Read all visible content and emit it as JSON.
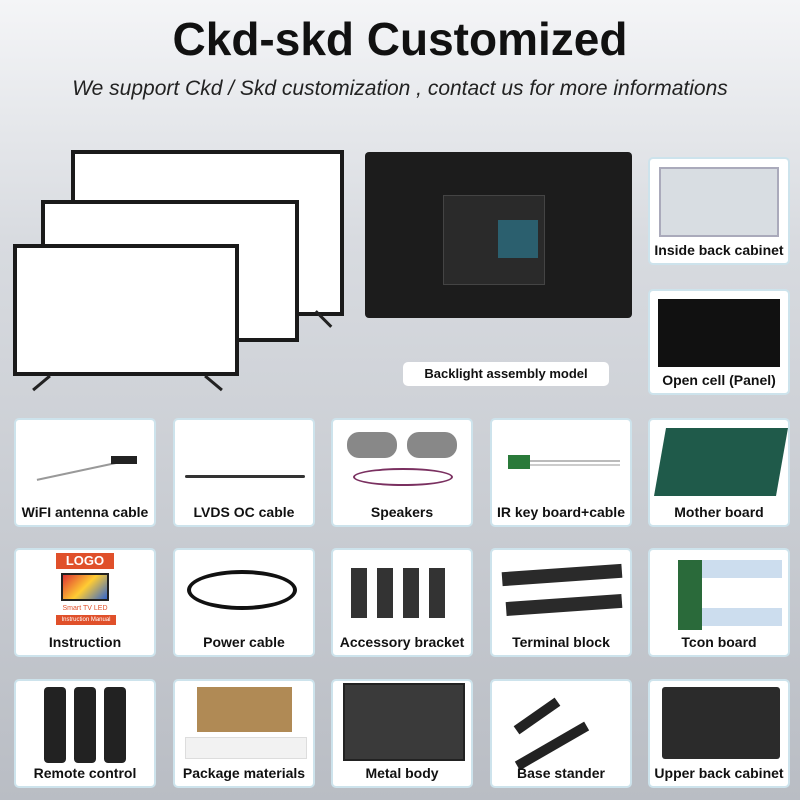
{
  "title": "Ckd-skd Customized",
  "subtitle": "We support Ckd / Skd customization , contact us for more informations",
  "hero": {
    "backlight_label": "Backlight  assembly model",
    "inside_back_cabinet": "Inside back cabinet",
    "open_cell": "Open cell (Panel)"
  },
  "parts": [
    {
      "label": "WiFI antenna cable"
    },
    {
      "label": "LVDS  OC cable"
    },
    {
      "label": "Speakers"
    },
    {
      "label": "IR key board+cable"
    },
    {
      "label": "Mother board"
    },
    {
      "label": "Instruction"
    },
    {
      "label": "Power cable"
    },
    {
      "label": "Accessory bracket"
    },
    {
      "label": "Terminal block"
    },
    {
      "label": "Tcon board"
    },
    {
      "label": "Remote control"
    },
    {
      "label": "Package materials"
    },
    {
      "label": "Metal body"
    },
    {
      "label": "Base stander"
    },
    {
      "label": "Upper back cabinet"
    }
  ],
  "instruction_booklet": {
    "logo": "LOGO",
    "product": "Smart TV LED",
    "manual": "Instruction Manual"
  },
  "colors": {
    "accent": "#e0502a",
    "card_border": "#cde3ec"
  }
}
